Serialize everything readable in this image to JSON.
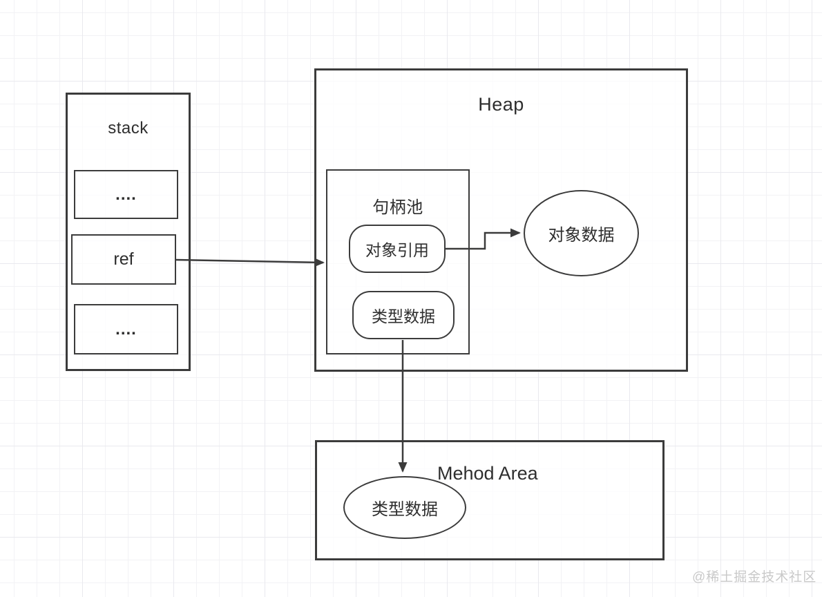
{
  "stack": {
    "title": "stack",
    "slots": [
      "....",
      "ref",
      "...."
    ]
  },
  "heap": {
    "title": "Heap",
    "handle_pool": {
      "title": "句柄池",
      "object_reference_label": "对象引用",
      "type_data_label": "类型数据"
    },
    "object_data_label": "对象数据"
  },
  "method_area": {
    "title": "Mehod Area",
    "type_data_label": "类型数据"
  },
  "watermark": "@稀土掘金技术社区",
  "colors": {
    "stroke": "#3b3b3b",
    "text": "#2e2e2e",
    "background": "#ffffff",
    "grid_minor": "#f2f2f5",
    "grid_major": "#e9e9ee",
    "watermark": "#c9c9c9"
  }
}
